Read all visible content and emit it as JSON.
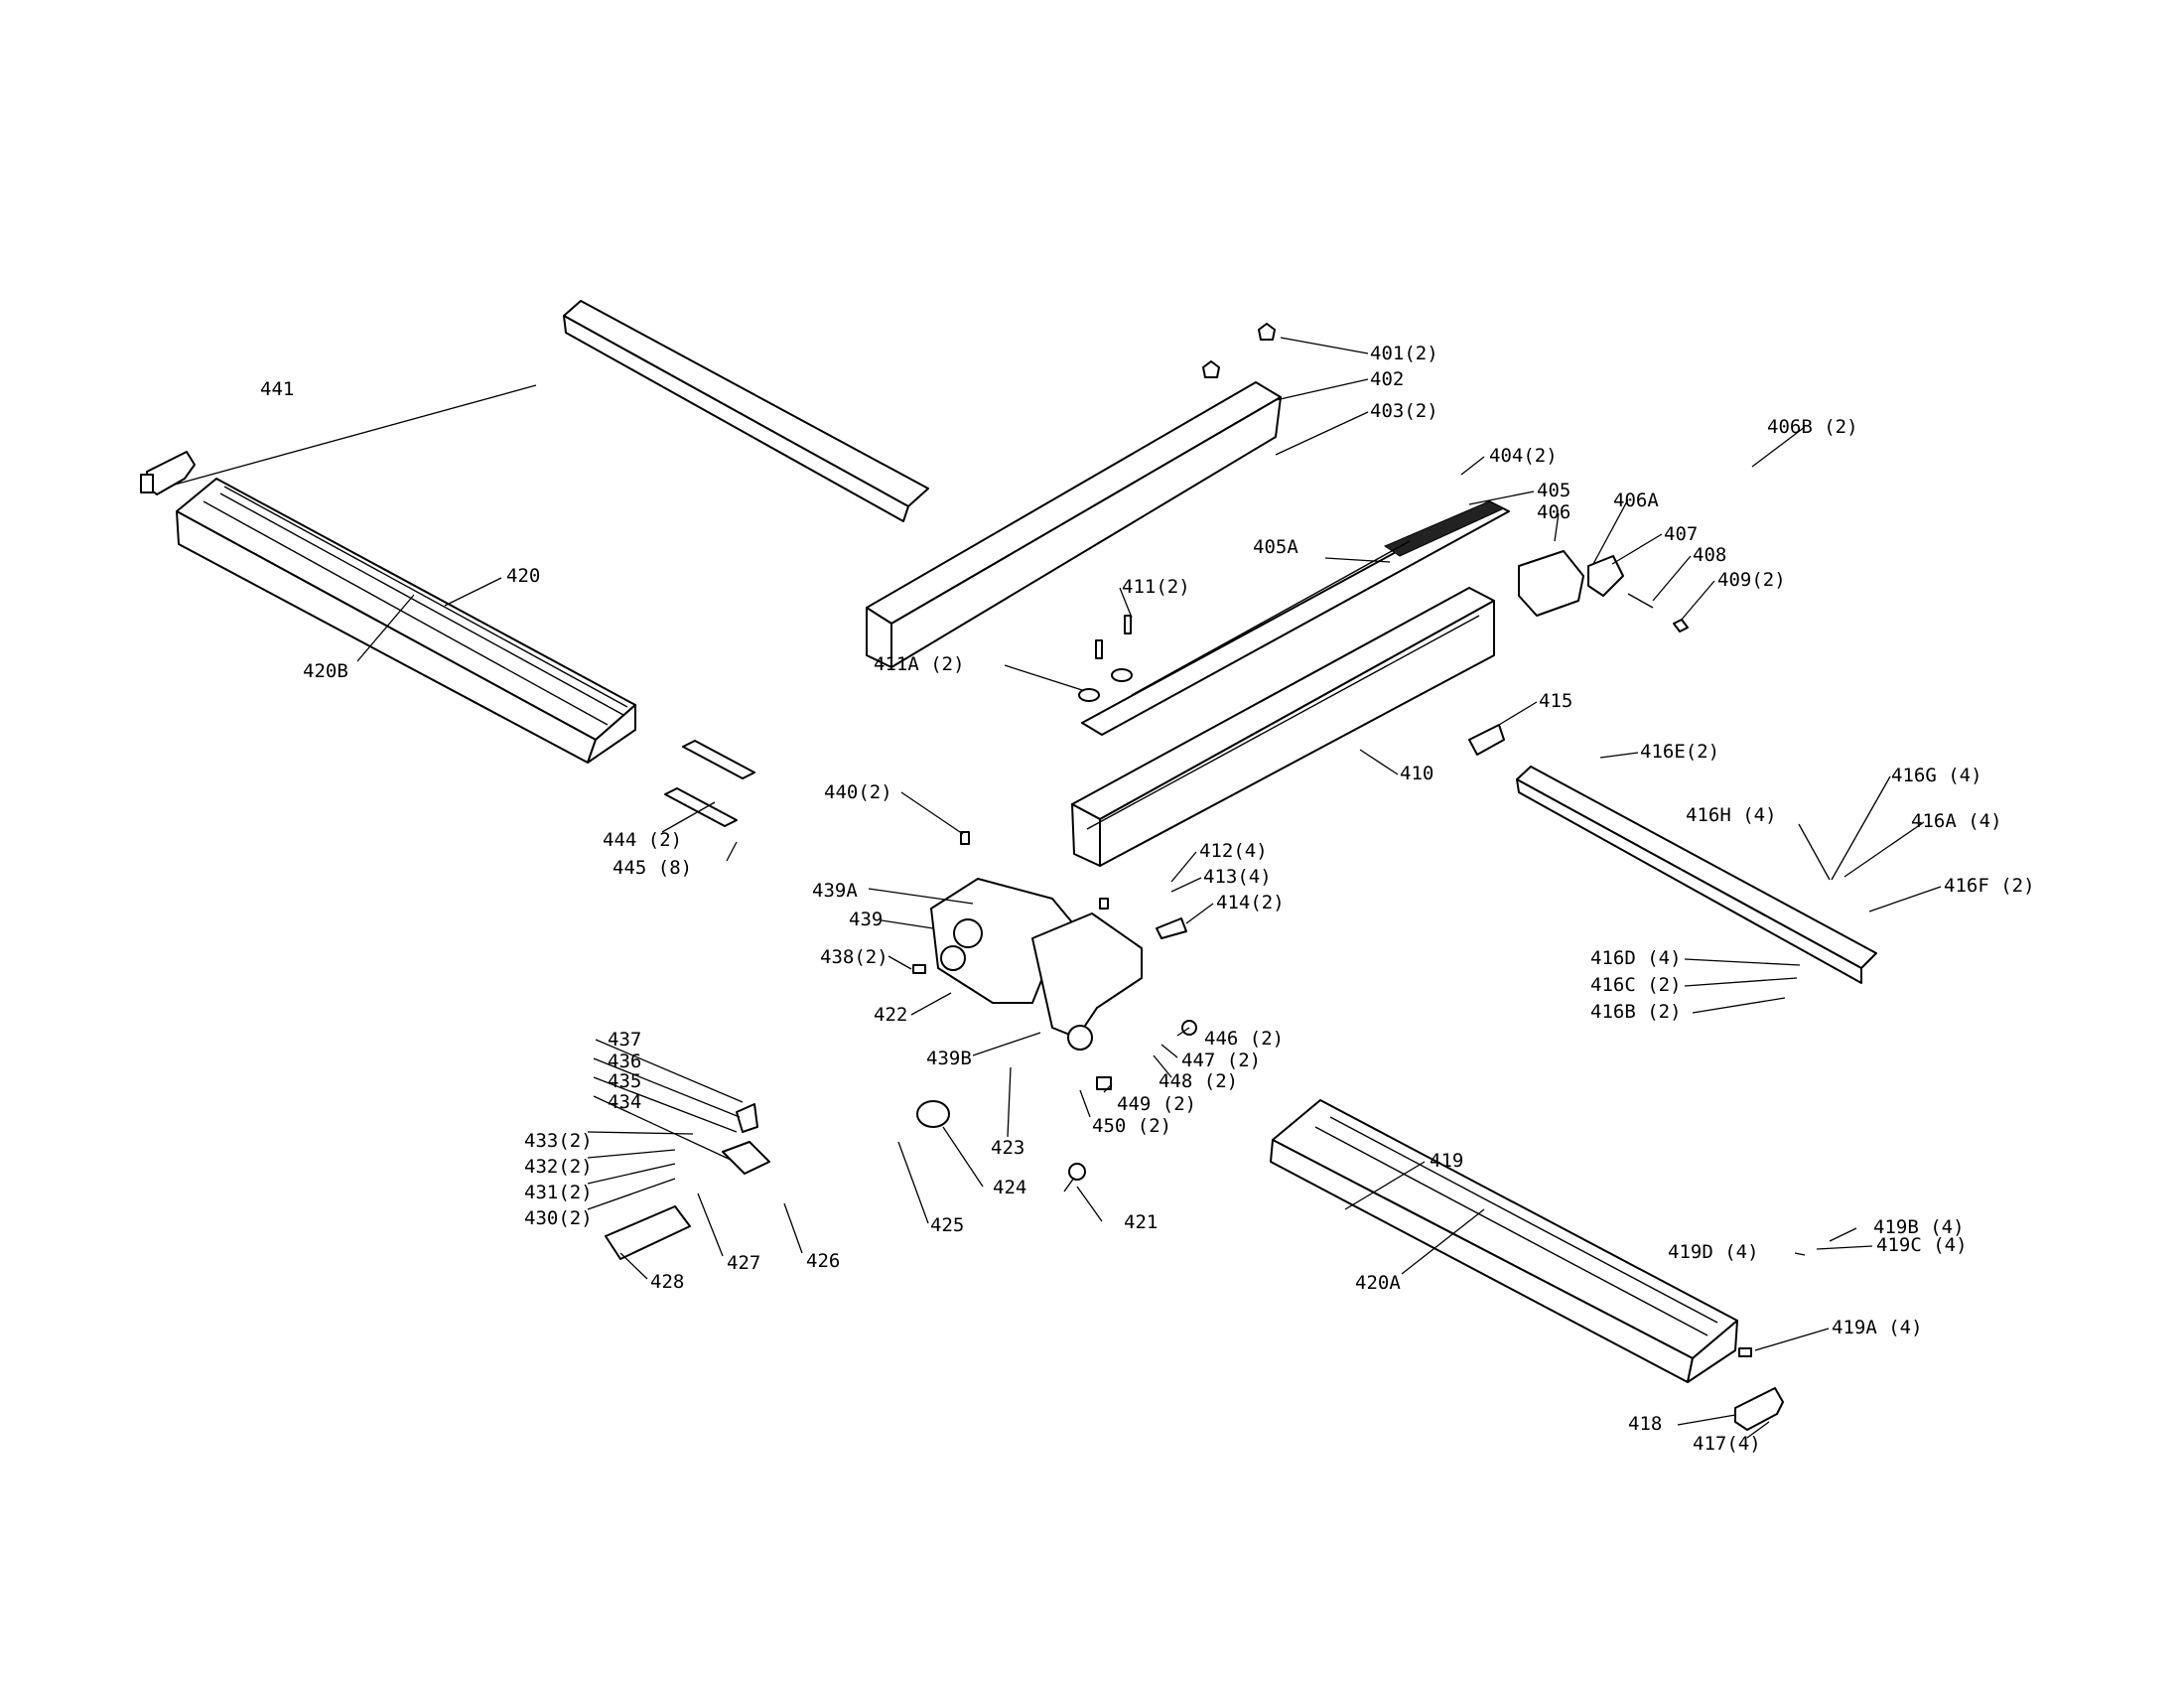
{
  "labels": {
    "l401": "401(2)",
    "l402": "402",
    "l403": "403(2)",
    "l404": "404(2)",
    "l405": "405",
    "l405A": "405A",
    "l406": "406",
    "l406A": "406A",
    "l406B": "406B (2)",
    "l407": "407",
    "l408": "408",
    "l409": "409(2)",
    "l410": "410",
    "l411": "411(2)",
    "l411A": "411A (2)",
    "l412": "412(4)",
    "l413": "413(4)",
    "l414": "414(2)",
    "l415": "415",
    "l416A": "416A (4)",
    "l416B": "416B (2)",
    "l416C": "416C (2)",
    "l416D": "416D (4)",
    "l416E": "416E(2)",
    "l416F": "416F (2)",
    "l416G": "416G (4)",
    "l416H": "416H (4)",
    "l417": "417(4)",
    "l418": "418",
    "l419": "419",
    "l419A": "419A (4)",
    "l419B": "419B (4)",
    "l419C": "419C (4)",
    "l419D": "419D (4)",
    "l420": "420",
    "l420A": "420A",
    "l420B": "420B",
    "l421": "421",
    "l422": "422",
    "l423": "423",
    "l424": "424",
    "l425": "425",
    "l426": "426",
    "l427": "427",
    "l428": "428",
    "l430": "430(2)",
    "l431": "431(2)",
    "l432": "432(2)",
    "l433": "433(2)",
    "l434": "434",
    "l435": "435",
    "l436": "436",
    "l437": "437",
    "l438": "438(2)",
    "l439": "439",
    "l439A": "439A",
    "l439B": "439B",
    "l440": "440(2)",
    "l441": "441",
    "l444": "444 (2)",
    "l445": "445 (8)",
    "l446": "446 (2)",
    "l447": "447 (2)",
    "l448": "448 (2)",
    "l449": "449 (2)",
    "l450": "450 (2)"
  }
}
